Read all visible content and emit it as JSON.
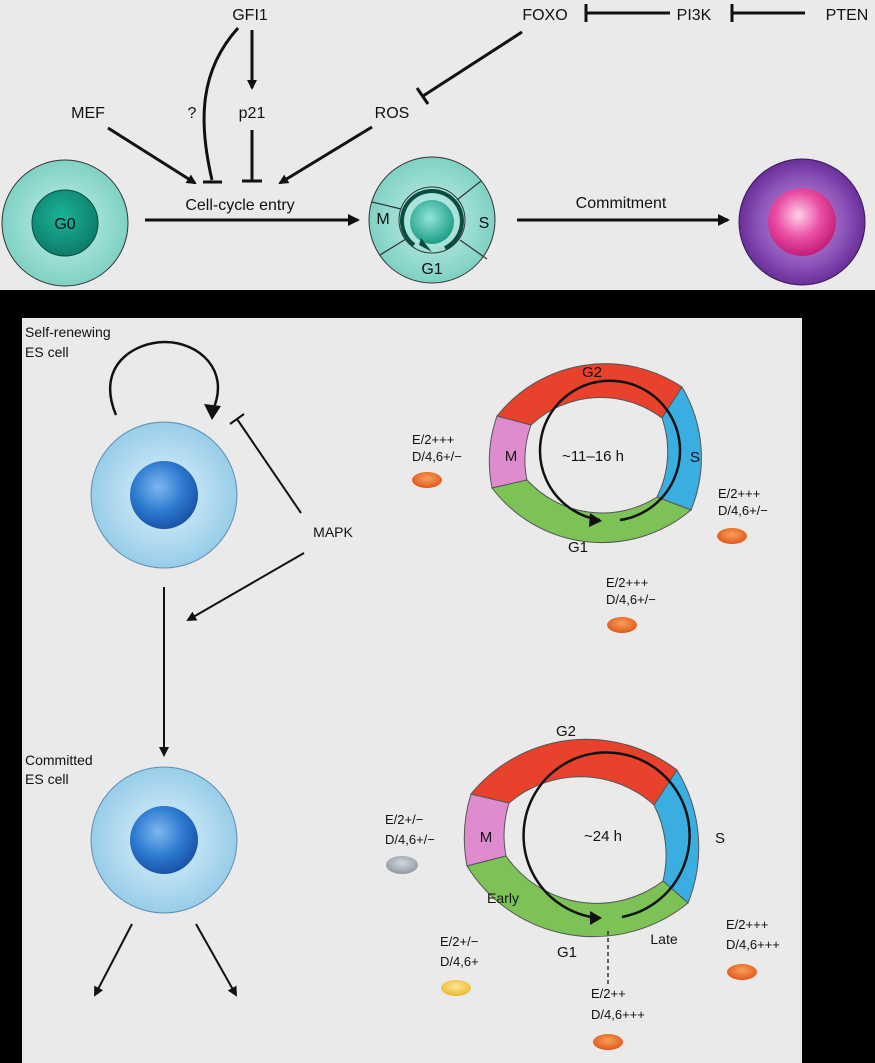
{
  "top_panel": {
    "labels": {
      "gfi1": "GFI1",
      "foxo": "FOXO",
      "pi3k": "PI3K",
      "pten": "PTEN",
      "mef": "MEF",
      "question": "?",
      "p21": "p21",
      "ros": "ROS",
      "cell_cycle_entry": "Cell-cycle entry",
      "commitment": "Commitment"
    },
    "g0_cell": {
      "label": "G0"
    },
    "cycle_cell": {
      "m": "M",
      "s": "S",
      "g1": "G1"
    }
  },
  "bottom_panel": {
    "self_renewing_line1": "Self-renewing",
    "self_renewing_line2": "ES cell",
    "mapk": "MAPK",
    "committed_line1": "Committed",
    "committed_line2": "ES cell",
    "cycle1": {
      "g2": "G2",
      "m": "M",
      "s": "S",
      "g1": "G1",
      "duration": "~11–16 h",
      "m_note": [
        "E/2+++",
        "D/4,6+/−"
      ],
      "s_note": [
        "E/2+++",
        "D/4,6+/−"
      ],
      "g1_note": [
        "E/2+++",
        "D/4,6+/−"
      ]
    },
    "cycle2": {
      "g2": "G2",
      "m": "M",
      "s": "S",
      "g1": "G1",
      "early": "Early",
      "late": "Late",
      "duration": "~24 h",
      "m_note": [
        "E/2+/−",
        "D/4,6+/−"
      ],
      "early_note": [
        "E/2+/−",
        "D/4,6+"
      ],
      "g1_note": [
        "E/2++",
        "D/4,6+++"
      ],
      "late_note": [
        "E/2+++",
        "D/4,6+++"
      ]
    }
  },
  "colors": {
    "g2": "#e8412c",
    "s": "#3aaee0",
    "g1": "#7cc257",
    "m": "#de8ccf",
    "es_cell_outer": "#a9d8ef",
    "es_nucleus": "#2a78c9",
    "hsc_outer": "#8fd9cf",
    "hsc_nucleus": "#139a85",
    "committed_outer": "#7a3fa4",
    "committed_nucleus": "#e8328f",
    "orange_dot": "#ec6a1c",
    "grey_dot": "#9aa3ad",
    "yellow_dot": "#f1c53b"
  }
}
